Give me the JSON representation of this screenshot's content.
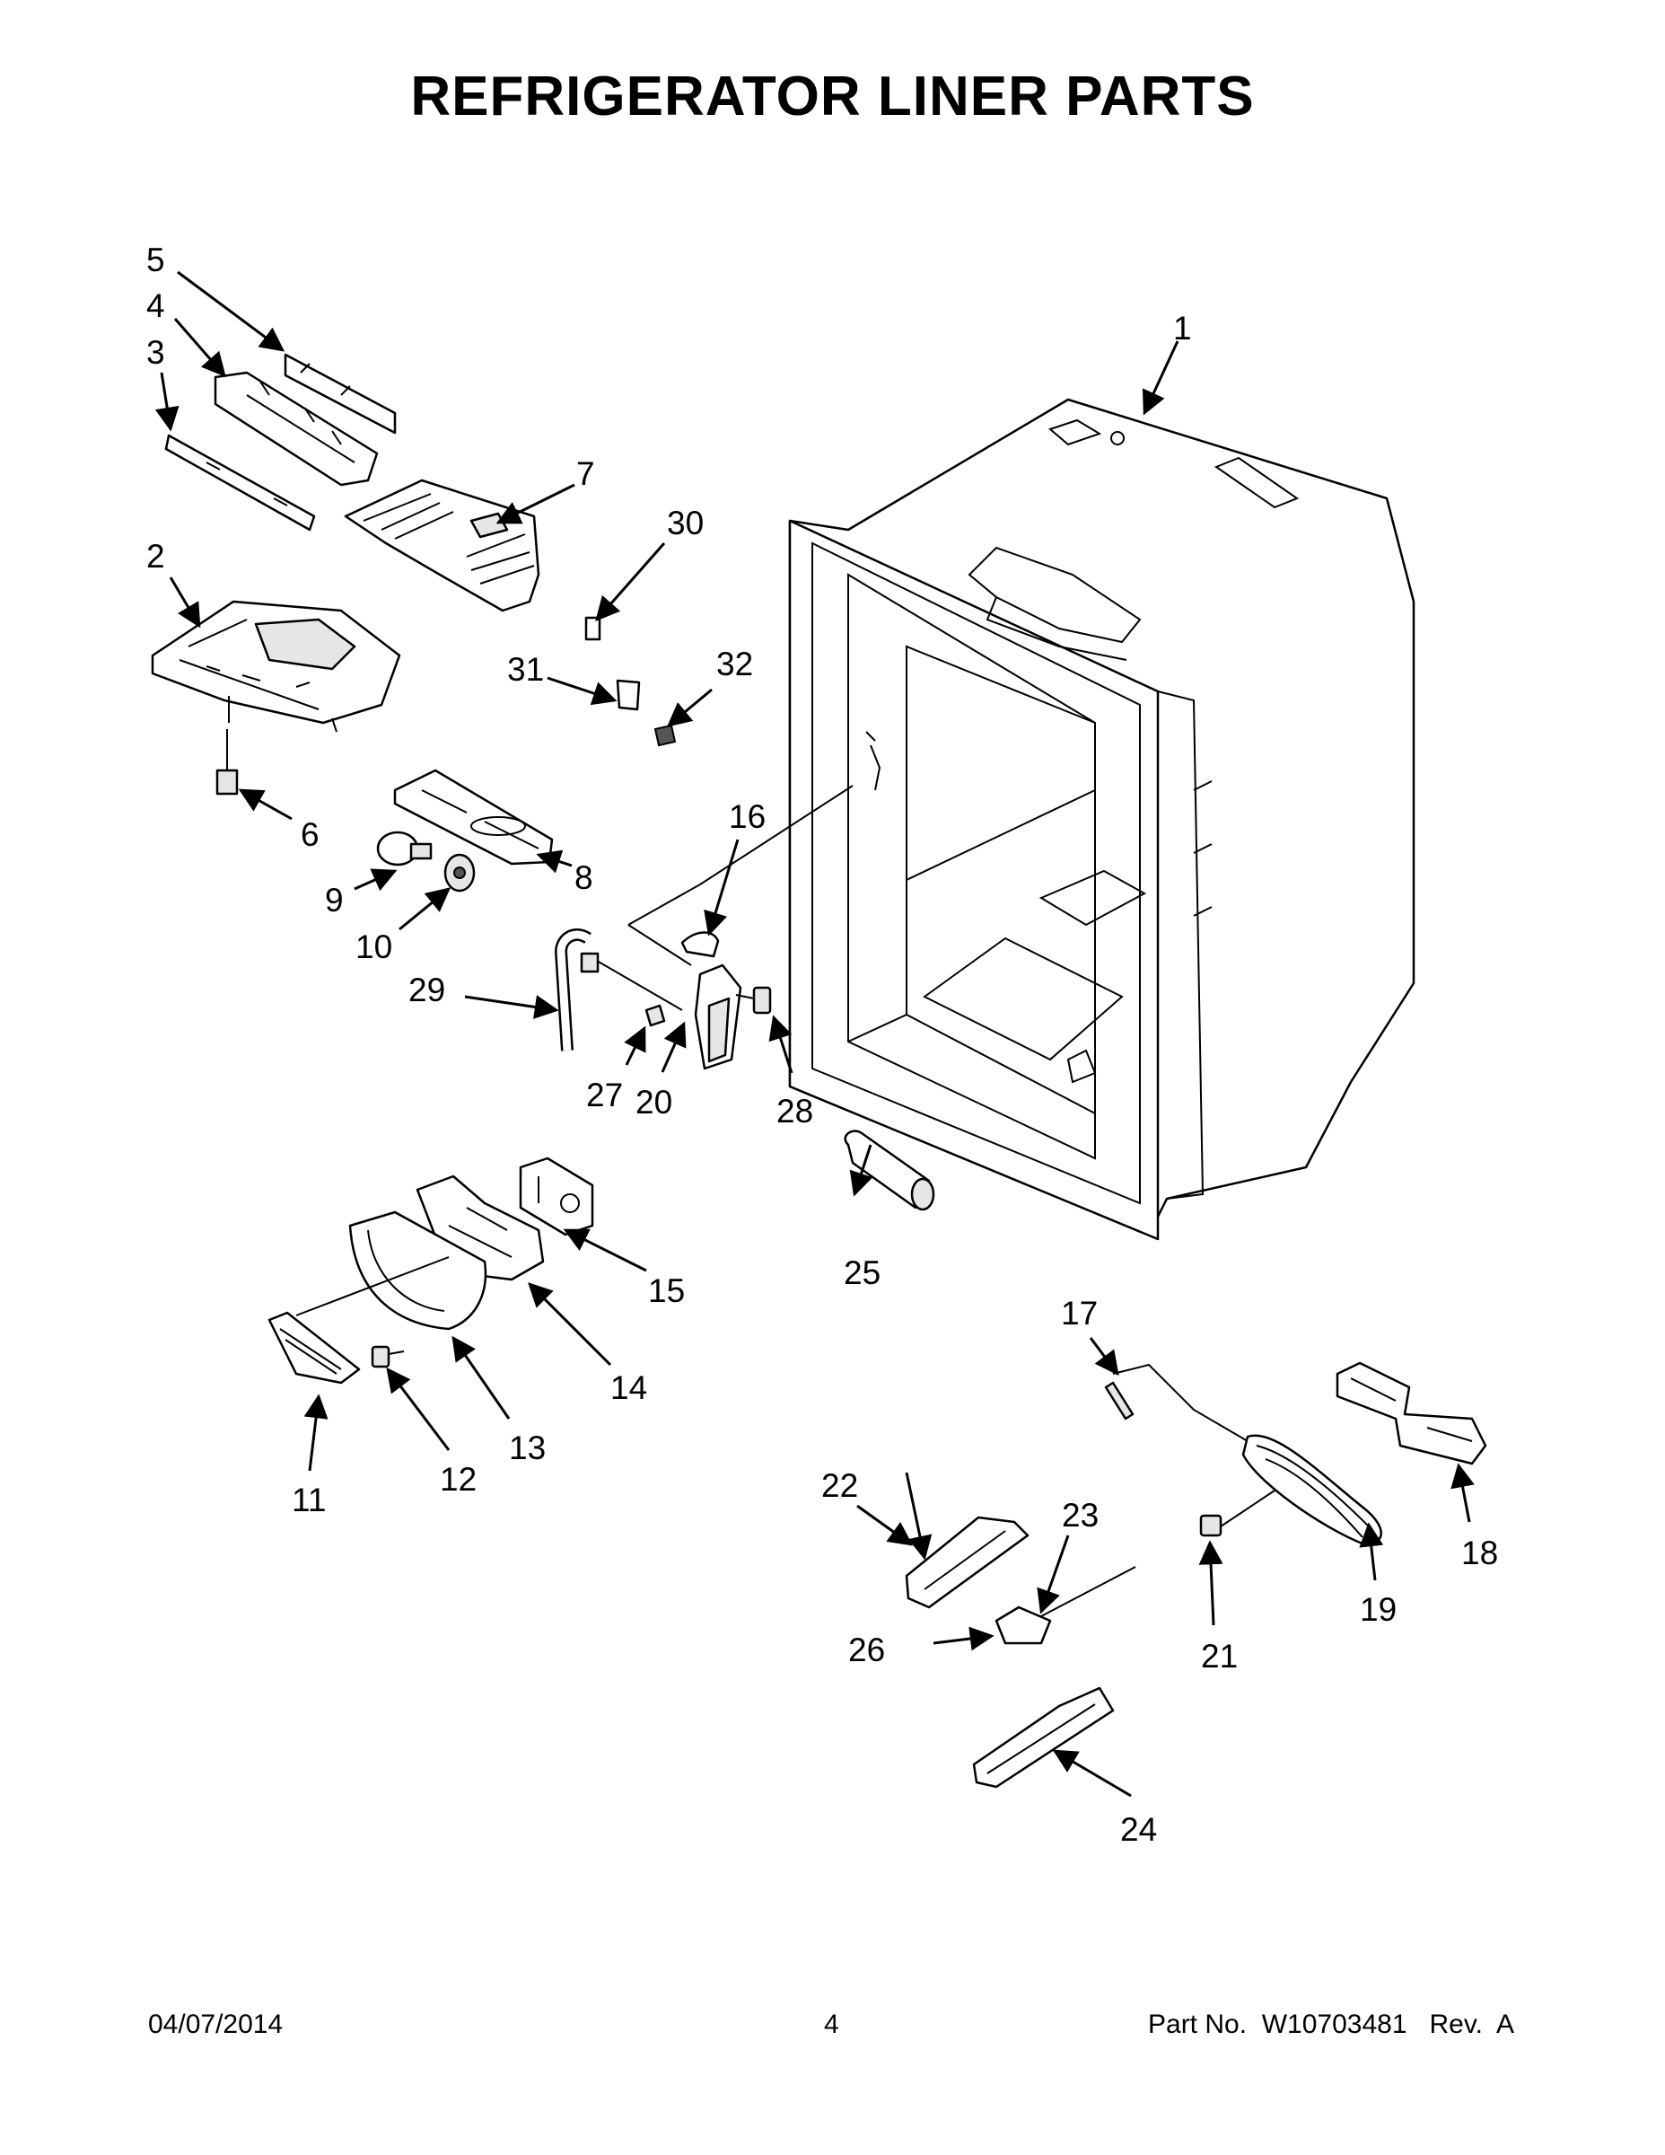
{
  "title": "REFRIGERATOR LINER PARTS",
  "callouts": {
    "c1": "1",
    "c2": "2",
    "c3": "3",
    "c4": "4",
    "c5": "5",
    "c6": "6",
    "c7": "7",
    "c8": "8",
    "c9": "9",
    "c10": "10",
    "c11": "11",
    "c12": "12",
    "c13": "13",
    "c14": "14",
    "c15": "15",
    "c16": "16",
    "c17": "17",
    "c18": "18",
    "c19": "19",
    "c20": "20",
    "c21": "21",
    "c22": "22",
    "c23": "23",
    "c24": "24",
    "c25": "25",
    "c26": "26",
    "c27": "27",
    "c28": "28",
    "c29": "29",
    "c30": "30",
    "c31": "31",
    "c32": "32"
  },
  "footer": {
    "date": "04/07/2014",
    "page": "4",
    "part_number": "Part No.  W10703481   Rev.  A"
  }
}
